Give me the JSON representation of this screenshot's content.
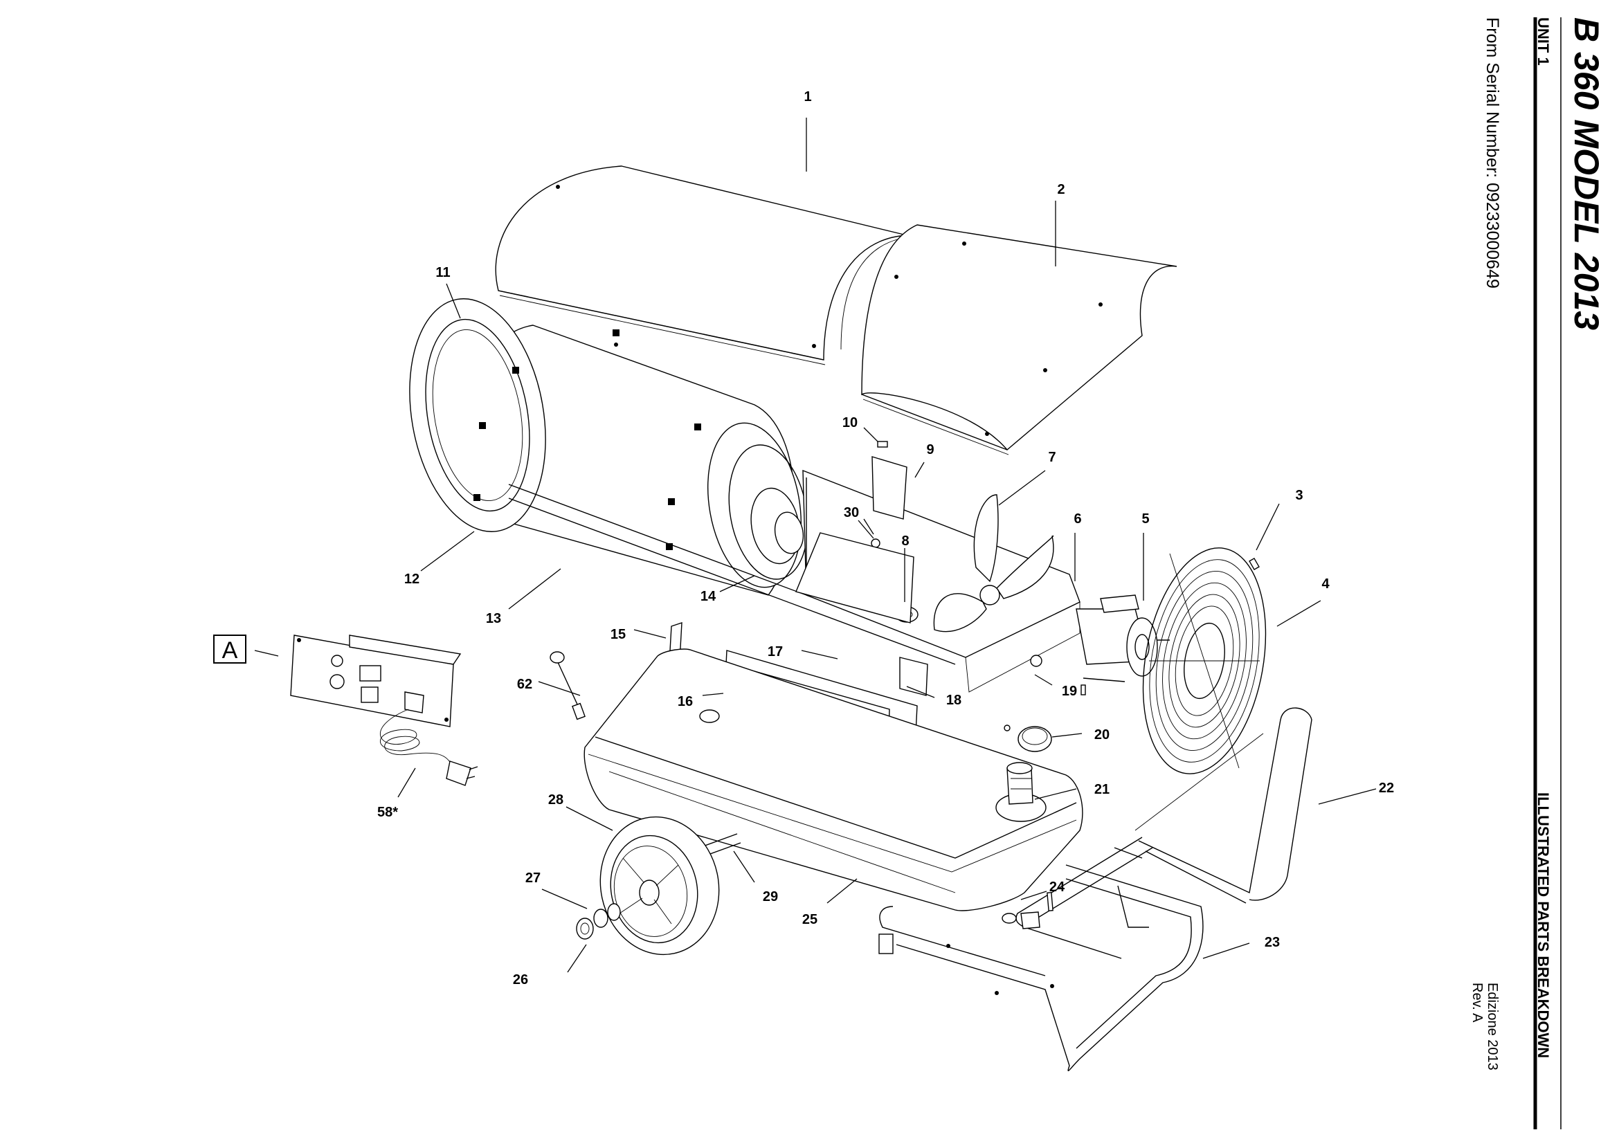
{
  "sidebar": {
    "title": "B 360 MODEL 2013",
    "unit": "UNIT 1",
    "serial": "From Serial Number: 09233000649",
    "section": "ILLUSTRATED PARTS BREAKDOWN",
    "edition": "Edizione 2013",
    "revision": "Rev. A"
  },
  "diagram": {
    "callouts": [
      "1",
      "2",
      "3",
      "4",
      "5",
      "6",
      "7",
      "8",
      "9",
      "10",
      "11",
      "12",
      "13",
      "14",
      "15",
      "16",
      "17",
      "18",
      "19",
      "20",
      "21",
      "22",
      "23",
      "24",
      "25",
      "26",
      "27",
      "28",
      "29",
      "30",
      "62",
      "58*"
    ],
    "inset_label": "A"
  }
}
